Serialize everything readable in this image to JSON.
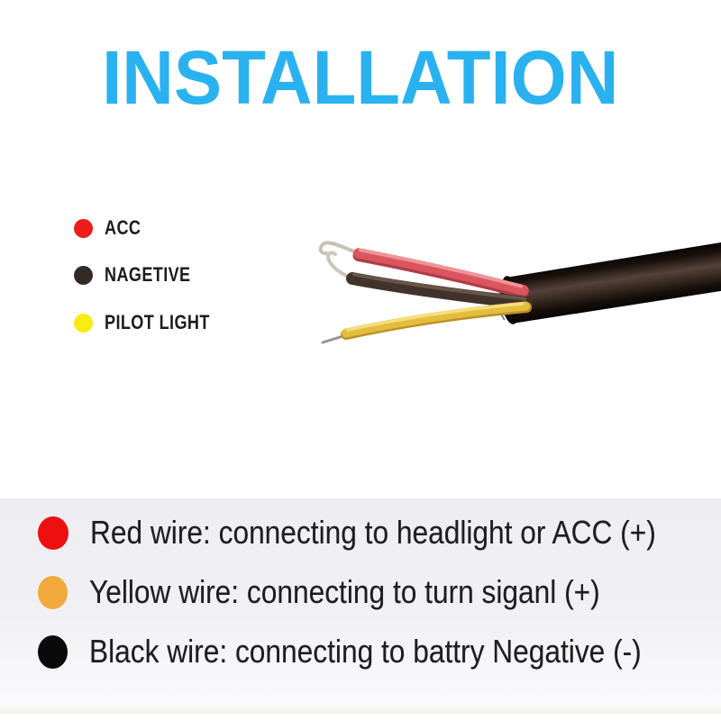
{
  "title": "INSTALLATION",
  "colors": {
    "title": "#29b2ef",
    "panel_bg": "#f0f0f4",
    "wire_red": "#d9565e",
    "wire_black": "#41332b",
    "wire_yellow": "#e5bd3e",
    "sheath": "#1c130e"
  },
  "legend": {
    "items": [
      {
        "label": "ACC",
        "color": "#ee1b1b"
      },
      {
        "label": "NAGETIVE",
        "color": "#342a25"
      },
      {
        "label": "PILOT LIGHT",
        "color": "#f7ec13"
      }
    ]
  },
  "instructions": {
    "items": [
      {
        "text": "Red wire: connecting to headlight or ACC (+)",
        "color": "#ee1010"
      },
      {
        "text": "Yellow wire: connecting to turn siganl (+)",
        "color": "#f1a93c"
      },
      {
        "text": "Black wire: connecting to battry Negative (-)",
        "color": "#0a0a0a"
      }
    ]
  }
}
